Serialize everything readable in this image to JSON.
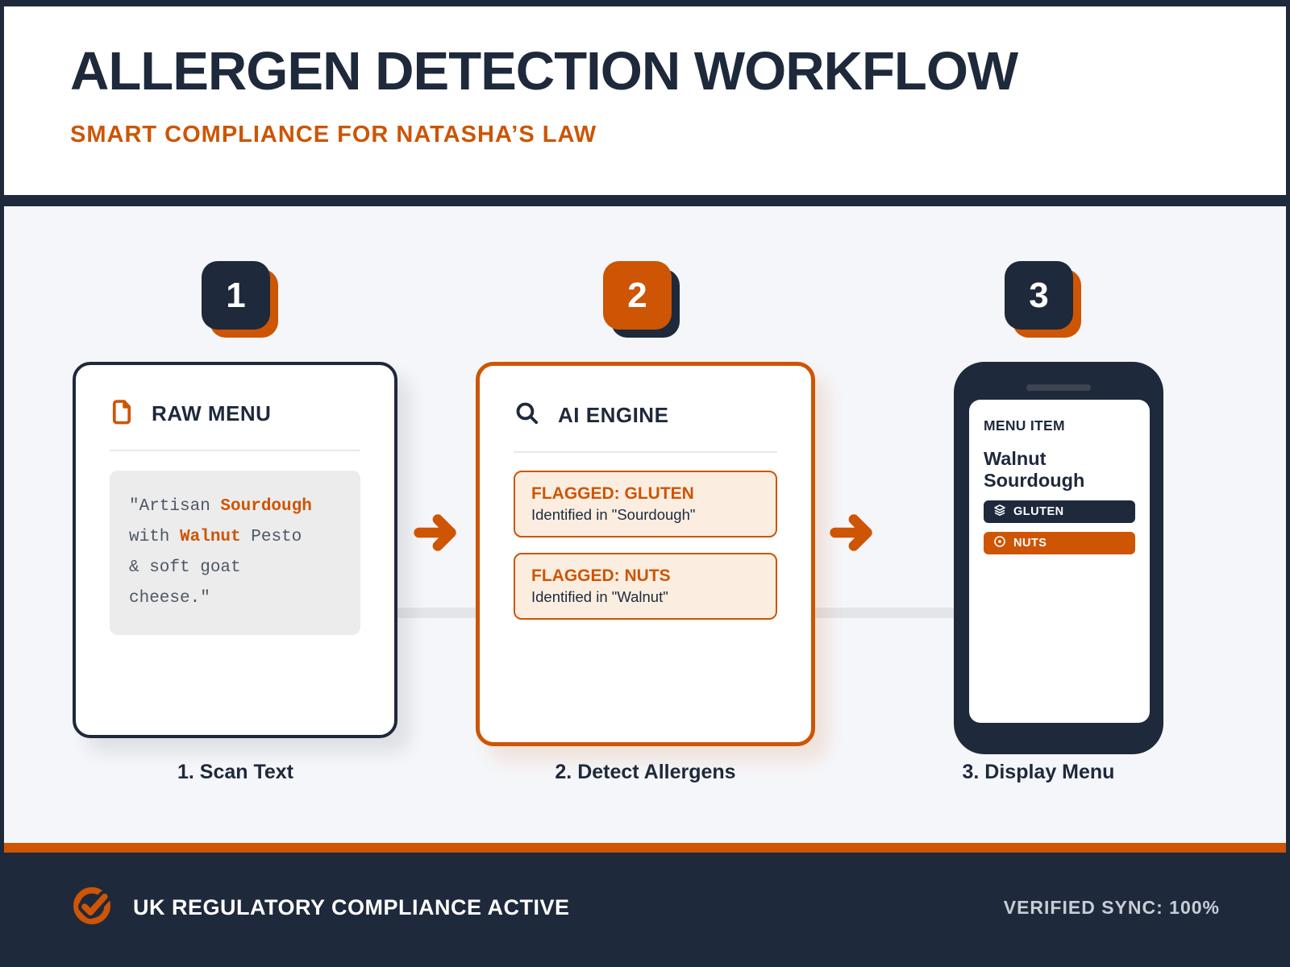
{
  "header": {
    "title": "ALLERGEN DETECTION WORKFLOW",
    "subtitle": "SMART COMPLIANCE FOR NATASHA’S LAW"
  },
  "steps": [
    {
      "number": "1",
      "card_title": "RAW MENU",
      "icon": "document-icon",
      "menu_lines": [
        {
          "pre": "\"Artisan ",
          "hl": "Sourdough",
          "post": ""
        },
        {
          "pre": "with ",
          "hl": "Walnut",
          "post": " Pesto"
        },
        {
          "pre": "& soft goat",
          "hl": "",
          "post": ""
        },
        {
          "pre": "cheese.\"",
          "hl": "",
          "post": ""
        }
      ],
      "label": "1. Scan Text"
    },
    {
      "number": "2",
      "card_title": "AI ENGINE",
      "icon": "search-icon",
      "flags": [
        {
          "title": "FLAGGED: GLUTEN",
          "detail": "Identified in \"Sourdough\""
        },
        {
          "title": "FLAGGED: NUTS",
          "detail": "Identified in \"Walnut\""
        }
      ],
      "label": "2. Detect Allergens"
    },
    {
      "number": "3",
      "phone": {
        "header": "MENU ITEM",
        "item_name": "Walnut Sourdough",
        "tags": [
          {
            "label": "GLUTEN",
            "icon": "layers-icon"
          },
          {
            "label": "NUTS",
            "icon": "alert-circle-icon"
          }
        ]
      },
      "label": "3. Display Menu"
    }
  ],
  "footer": {
    "status": "UK REGULATORY COMPLIANCE ACTIVE",
    "icon": "check-circle-icon",
    "sync": "VERIFIED SYNC: 100%"
  },
  "colors": {
    "navy": "#1e293b",
    "orange": "#cd5504",
    "flag_background": "#fbeee1",
    "canvas_background": "#f5f6f9"
  }
}
